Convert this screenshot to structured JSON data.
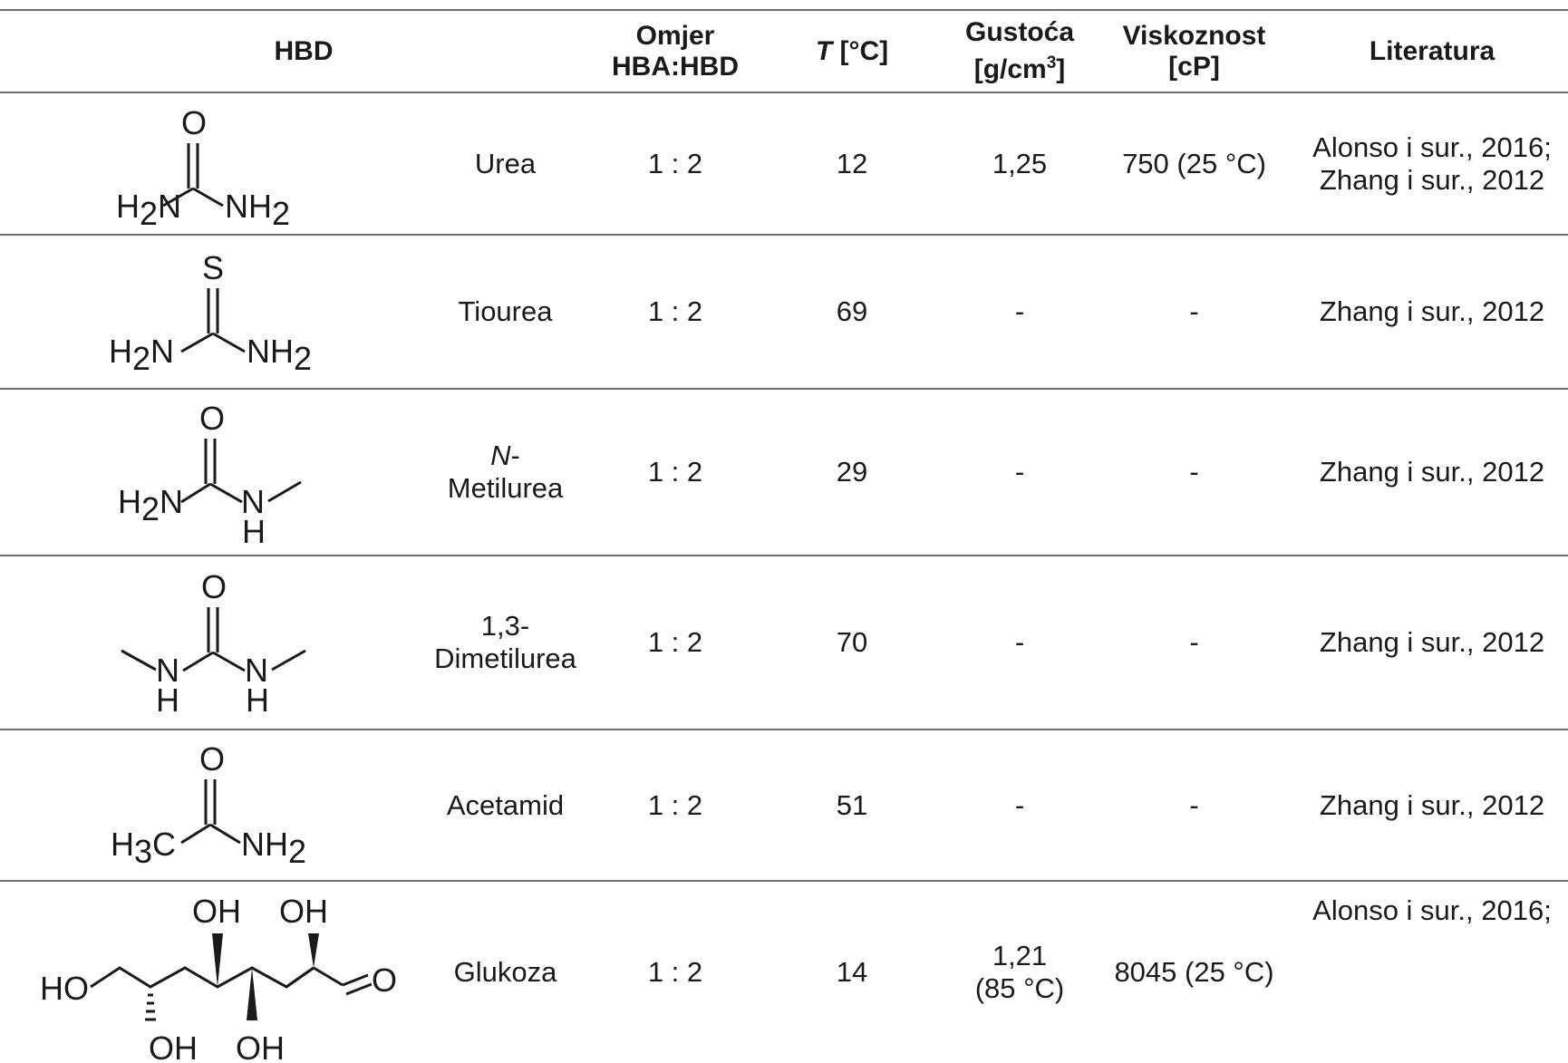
{
  "header": {
    "hbd": "HBD",
    "ratio_line1": "Omjer",
    "ratio_line2": "HBA:HBD",
    "temp_italic": "T",
    "temp_rest": " [°C]",
    "density_line1": "Gustoća",
    "density_line2_a": "[g/cm",
    "density_line2_sup": "3",
    "density_line2_b": "]",
    "viscosity_line1": "Viskoznost",
    "viscosity_line2": "[cP]",
    "literature": "Literatura"
  },
  "rows": [
    {
      "structure": "urea-structure",
      "name_line1": "Urea",
      "name_line2": "",
      "ratio": "1 : 2",
      "temp": "12",
      "density_line1": "1,25",
      "density_line2": "",
      "viscosity": "750 (25 °C)",
      "lit_line1": "Alonso i sur., 2016;",
      "lit_line2": "Zhang i sur., 2012"
    },
    {
      "structure": "thiourea-structure",
      "name_line1": "Tiourea",
      "name_line2": "",
      "ratio": "1 : 2",
      "temp": "69",
      "density_line1": "-",
      "density_line2": "",
      "viscosity": "-",
      "lit_line1": "Zhang i sur., 2012",
      "lit_line2": ""
    },
    {
      "structure": "methylurea-structure",
      "name_line1_italic": "N",
      "name_line1": "-",
      "name_line2": "Metilurea",
      "ratio": "1 : 2",
      "temp": "29",
      "density_line1": "-",
      "density_line2": "",
      "viscosity": "-",
      "lit_line1": "Zhang i sur., 2012",
      "lit_line2": ""
    },
    {
      "structure": "dimethylurea-structure",
      "name_line1": "1,3-",
      "name_line2": "Dimetilurea",
      "ratio": "1 : 2",
      "temp": "70",
      "density_line1": "-",
      "density_line2": "",
      "viscosity": "-",
      "lit_line1": "Zhang i sur., 2012",
      "lit_line2": ""
    },
    {
      "structure": "acetamide-structure",
      "name_line1": "Acetamid",
      "name_line2": "",
      "ratio": "1 : 2",
      "temp": "51",
      "density_line1": "-",
      "density_line2": "",
      "viscosity": "-",
      "lit_line1": "Zhang i sur., 2012",
      "lit_line2": ""
    },
    {
      "structure": "glucose-structure",
      "name_line1": "Glukoza",
      "name_line2": "",
      "ratio": "1 : 2",
      "temp": "14",
      "density_line1": "1,21",
      "density_line2": "(85 °C)",
      "viscosity": "8045 (25 °C)",
      "lit_line1": "Alonso i sur., 2016;",
      "lit_line2": ""
    }
  ],
  "atoms": {
    "O": "O",
    "S": "S",
    "H": "H",
    "N": "N",
    "C": "C",
    "HO": "HO",
    "OH": "OH",
    "H2N_H": "H",
    "H2N_N": "N",
    "NH2_N": "NH",
    "sub2": "2",
    "H3C_H": "H",
    "H3C_C": "C",
    "sub3": "3"
  }
}
